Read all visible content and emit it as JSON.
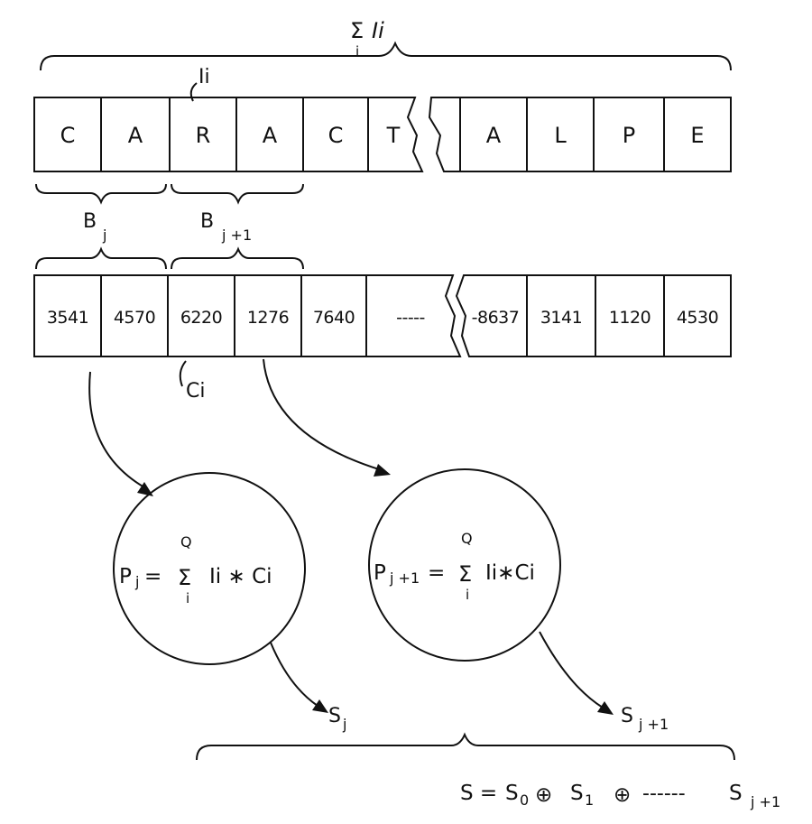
{
  "top_sum": {
    "sigma": "Σ",
    "sub": "i",
    "term": "Ii"
  },
  "item_label": "Ii",
  "letters_left": [
    "C",
    "A",
    "R",
    "A",
    "C",
    "T"
  ],
  "letters_right": [
    "A",
    "L",
    "P",
    "E"
  ],
  "blocks": {
    "bj": {
      "main": "B",
      "sub": "j"
    },
    "bj1": {
      "main": "B",
      "sub": "j +1"
    }
  },
  "codes_left": [
    "3541",
    "4570",
    "6220",
    "1276",
    "7640",
    "-----"
  ],
  "codes_right": [
    "-8637",
    "3141",
    "1120",
    "4530"
  ],
  "code_label": "Ci",
  "circle1": {
    "lhs_main": "P",
    "lhs_sub": "j",
    "eq": "=",
    "sigma": "Σ",
    "upper": "Q",
    "lower": "i",
    "rhs": "Ii ∗ Ci"
  },
  "circle2": {
    "lhs_main": "P",
    "lhs_sub": "j +1",
    "eq": "=",
    "sigma": "Σ",
    "upper": "Q",
    "lower": "i",
    "rhs": "Ii∗Ci"
  },
  "outputs": {
    "sj": {
      "main": "S",
      "sub": "j"
    },
    "sj1": {
      "main": "S",
      "sub": "j +1"
    }
  },
  "bottom_formula": {
    "lhs": "S =",
    "s0_main": "S",
    "s0_sub": "0",
    "s1_main": "S",
    "s1_sub": "1",
    "op": "⊕",
    "dashes": "------",
    "last_main": "S",
    "last_sub": "j +1"
  }
}
